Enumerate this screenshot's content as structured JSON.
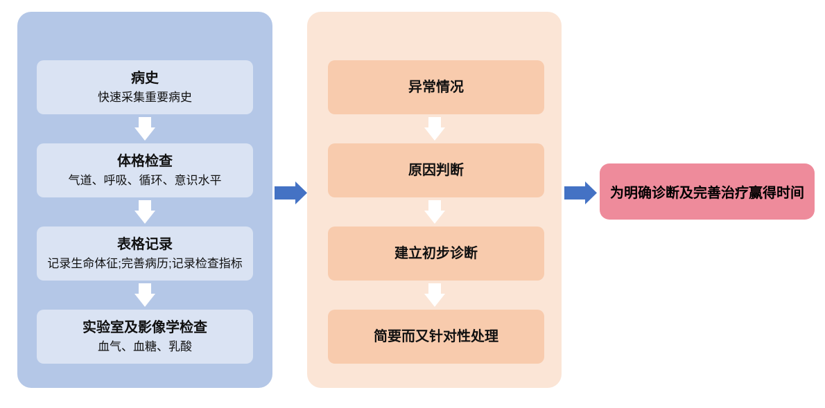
{
  "palette": {
    "left_panel_bg": "#b4c7e7",
    "left_box_bg": "#dae3f3",
    "middle_panel_bg": "#fbe5d6",
    "middle_box_bg": "#f8cbad",
    "outcome_box_bg": "#ee8b9b",
    "flow_arrow_blue": "#4472c4",
    "step_arrow_white": "#ffffff",
    "text_color": "#111111"
  },
  "left_panel": {
    "steps": [
      {
        "title": "病史",
        "subtitle": "快速采集重要病史"
      },
      {
        "title": "体格检查",
        "subtitle": "气道、呼吸、循环、意识水平"
      },
      {
        "title": "表格记录",
        "subtitle": "记录生命体征;完善病历;记录检查指标"
      },
      {
        "title": "实验室及影像学检查",
        "subtitle": "血气、血糖、乳酸"
      }
    ]
  },
  "middle_panel": {
    "steps": [
      {
        "label": "异常情况"
      },
      {
        "label": "原因判断"
      },
      {
        "label": "建立初步诊断"
      },
      {
        "label": "简要而又针对性处理"
      }
    ]
  },
  "outcome": {
    "label": "为明确诊断及完善治疗赢得时间"
  },
  "icons": {
    "down_arrow": "down-arrow",
    "right_arrow": "right-arrow"
  }
}
